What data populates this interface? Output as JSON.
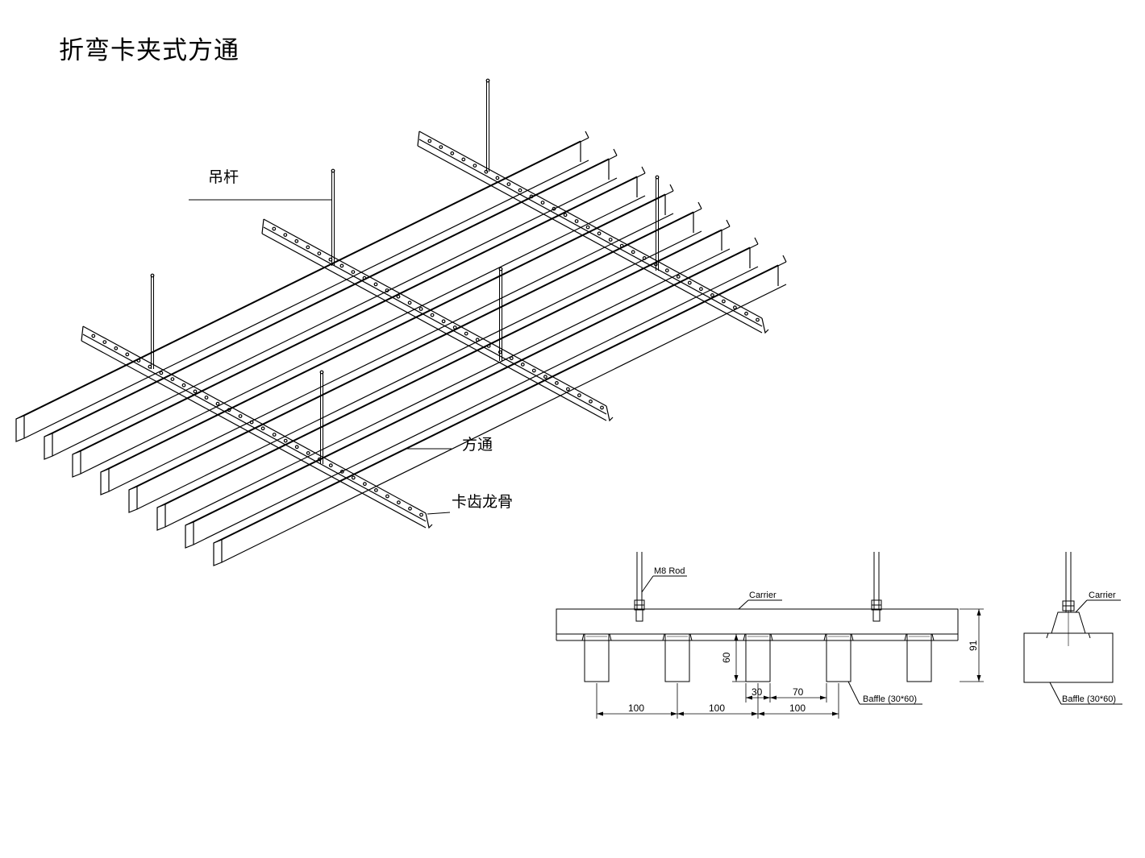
{
  "title": "折弯卡夹式方通",
  "iso_labels": {
    "rod": "吊杆",
    "baffle": "方通",
    "carrier": "卡齿龙骨"
  },
  "section_labels": {
    "rod": "M8 Rod",
    "carrier": "Carrier",
    "baffle": "Baffle (30*60)",
    "carrier_side": "Carrier",
    "baffle_side": "Baffle (30*60)"
  },
  "dimensions": {
    "pitch_1": "100",
    "pitch_2": "100",
    "pitch_3": "100",
    "width": "30",
    "gap": "70",
    "baffle_height": "60",
    "total_height": "91"
  }
}
